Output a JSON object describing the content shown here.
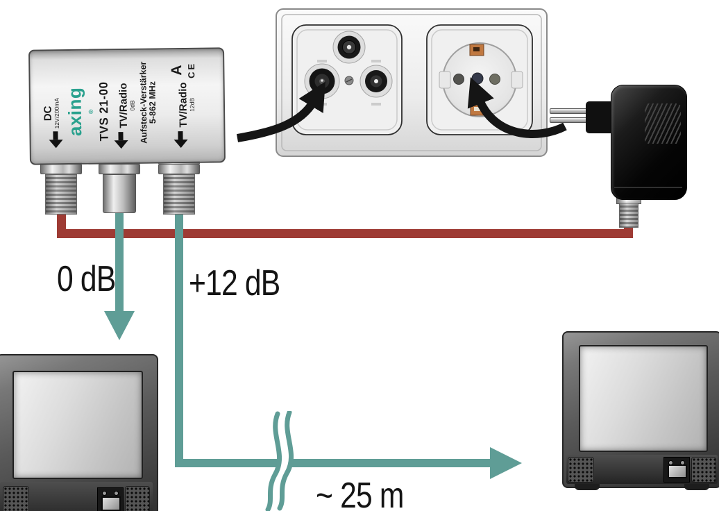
{
  "amplifier": {
    "brand": "axing",
    "brand_reg": "®",
    "model": "TVS 21-00",
    "dc_label": "DC",
    "dc_sub": "12V/200mA",
    "out1_label": "TV/Radio",
    "out1_sub": "0dB",
    "type_line1": "Aufsteck-Verstärker",
    "type_line2": "5-862 MHz",
    "out2_label": "TV/Radio",
    "out2_sub": "12dB",
    "class_mark": "A",
    "ce_mark": "CE"
  },
  "annotations": {
    "gain_out1": "0 dB",
    "gain_out2": "+12 dB",
    "cable_length": "~ 25 m"
  },
  "colors": {
    "signal_teal": "#5f9d96",
    "power_red": "#9e3b34",
    "brand_teal": "#2aa18e",
    "arrow_black": "#151515"
  }
}
